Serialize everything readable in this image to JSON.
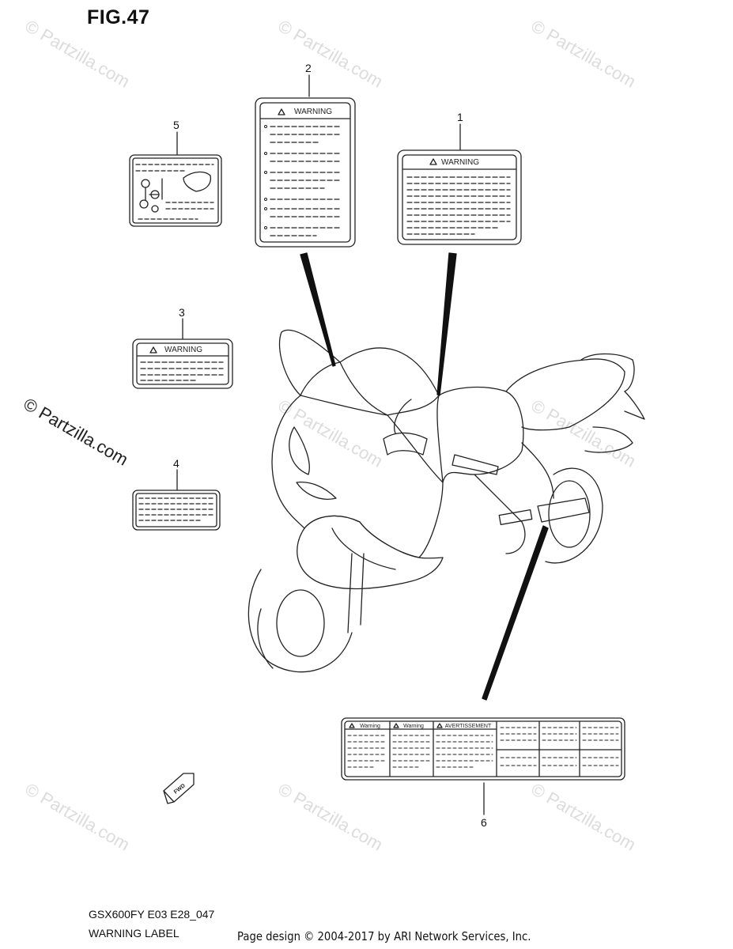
{
  "figure": {
    "title": "FIG.47"
  },
  "callouts": [
    "1",
    "2",
    "3",
    "4",
    "5",
    "6"
  ],
  "labels": {
    "warning": "WARNING",
    "warning_lower": "Warning",
    "avertissement": "AVERTISSEMENT",
    "fwd": "FWD"
  },
  "watermark": {
    "text": "© Partzilla.com",
    "prominent_text": "© Partzilla.com"
  },
  "footer": {
    "code": "GSX600FY E03 E28_047",
    "name": "WARNING LABEL",
    "copyright": "Page design © 2004-2017 by ARI Network Services, Inc."
  }
}
